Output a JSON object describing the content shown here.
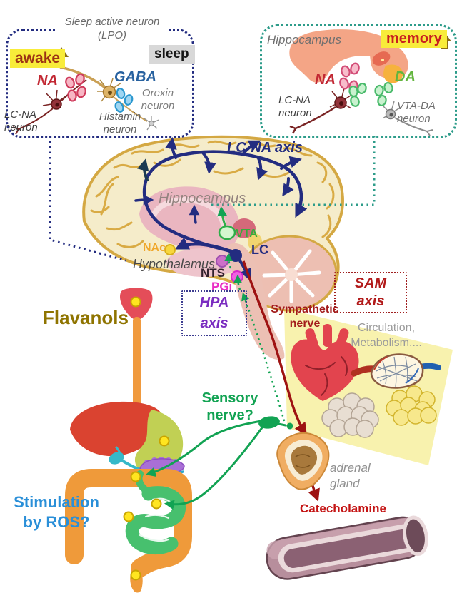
{
  "colors": {
    "navy": "#232c80",
    "teal": "#2d9c8a",
    "crimson": "#c22833",
    "green": "#12a353",
    "purple": "#7a2cc0",
    "magenta": "#ea2cc4",
    "orange": "#f0a82c",
    "blue_text": "#2a8fd8",
    "olive_text": "#8f7400",
    "yellow_hl": "#f8ec3a",
    "dark_red": "#9e1212",
    "brain_fill": "#f5ecca",
    "brain_outline": "#d4a843",
    "pink": "#eab6c0",
    "salmon": "#f4a586"
  },
  "sleep_box": {
    "title": "Sleep active neuron (LPO)",
    "awake": "awake",
    "sleep": "sleep",
    "na": "NA",
    "gaba": "GABA",
    "orexin": "Orexin neuron",
    "histamin": "Histamin neuron",
    "lcna": "LC-NA neuron"
  },
  "memory_box": {
    "hippocampus": "Hippocampus",
    "memory": "memory",
    "na": "NA",
    "da": "DA",
    "lcna": "LC-NA neuron",
    "vtada": "VTA-DA neuron"
  },
  "brain": {
    "lcna_axis": "LC-NA axis",
    "hippocampus": "Hippocampus",
    "vta": "VTA",
    "lc": "LC",
    "nac": "NAc",
    "hypothalamus": "Hypothalamus",
    "nts": "NTS",
    "pgi": "PGi",
    "hpa_axis": "HPA axis",
    "sam_axis": "SAM axis"
  },
  "pathways": {
    "sympathetic": "Sympathetic nerve",
    "sensory": "Sensory nerve?",
    "stimulation": "Stimulation by ROS?",
    "catecholamine": "Catecholamine"
  },
  "periphery": {
    "flavanols": "Flavanols",
    "circulation": "Circulation, Metabolism....",
    "adrenal": "adrenal gland"
  }
}
